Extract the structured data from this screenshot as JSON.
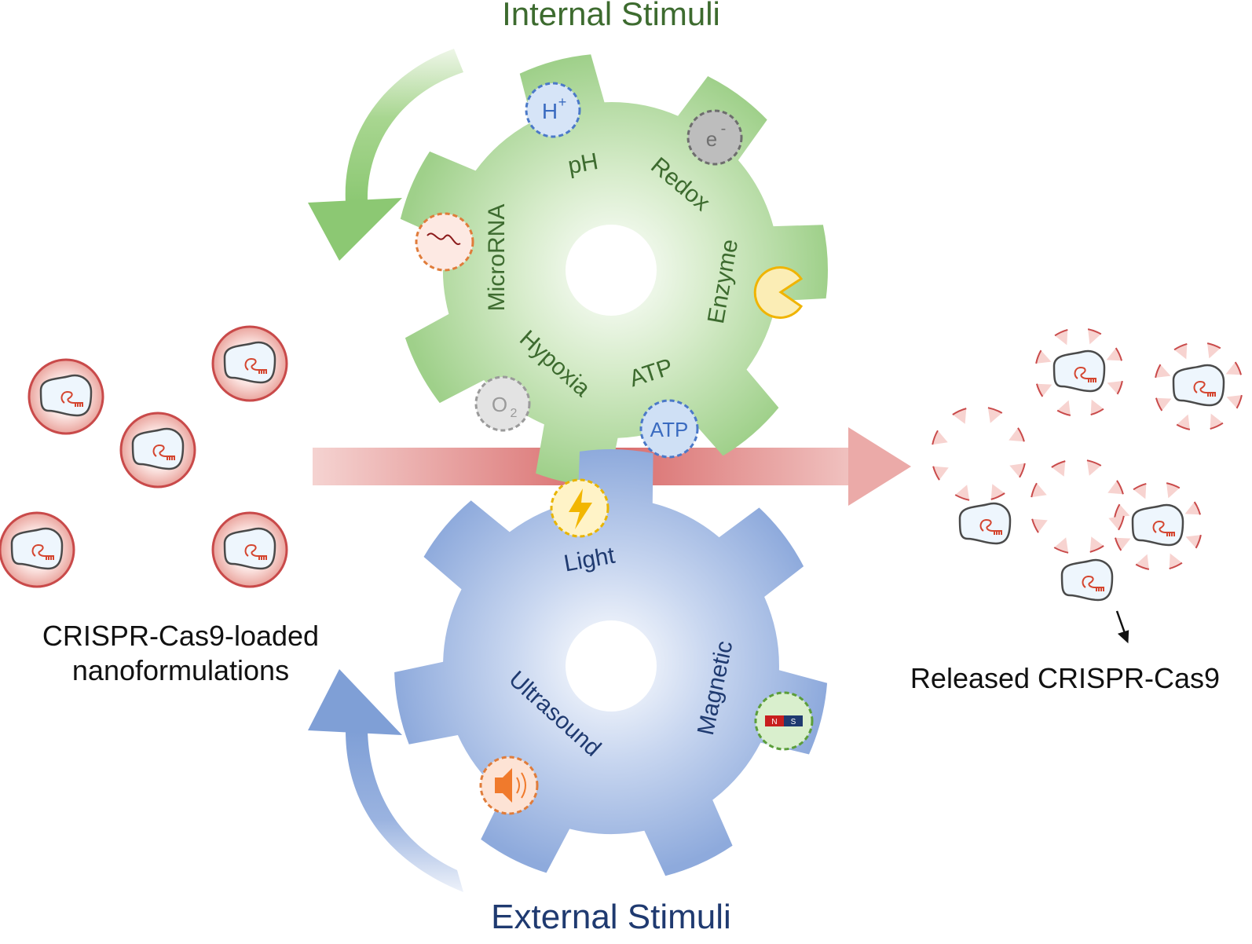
{
  "internal_title": "Internal Stimuli",
  "external_title": "External Stimuli",
  "internal": {
    "labels": {
      "ph": "pH",
      "redox": "Redox",
      "enzyme": "Enzyme",
      "atp": "ATP",
      "hypoxia": "Hypoxia",
      "microrna": "MicroRNA"
    },
    "icons": {
      "proton": "H",
      "proton_sup": "+",
      "electron": "e",
      "electron_sup": "-",
      "oxygen": "O",
      "oxygen_sub": "2",
      "atp": "ATP"
    }
  },
  "external": {
    "labels": {
      "light": "Light",
      "ultrasound": "Ultrasound",
      "magnetic": "Magnetic"
    },
    "icons": {
      "magnet_n": "N",
      "magnet_s": "S"
    }
  },
  "left_caption": {
    "line1": "CRISPR-Cas9-loaded",
    "line2": "nanoformulations"
  },
  "right_caption": "Released CRISPR-Cas9",
  "colors": {
    "internal_gear": "#9fd08a",
    "external_gear": "#8eaadc",
    "nanoparticle": "#d65a5a",
    "arrow": "#d96b6b"
  }
}
